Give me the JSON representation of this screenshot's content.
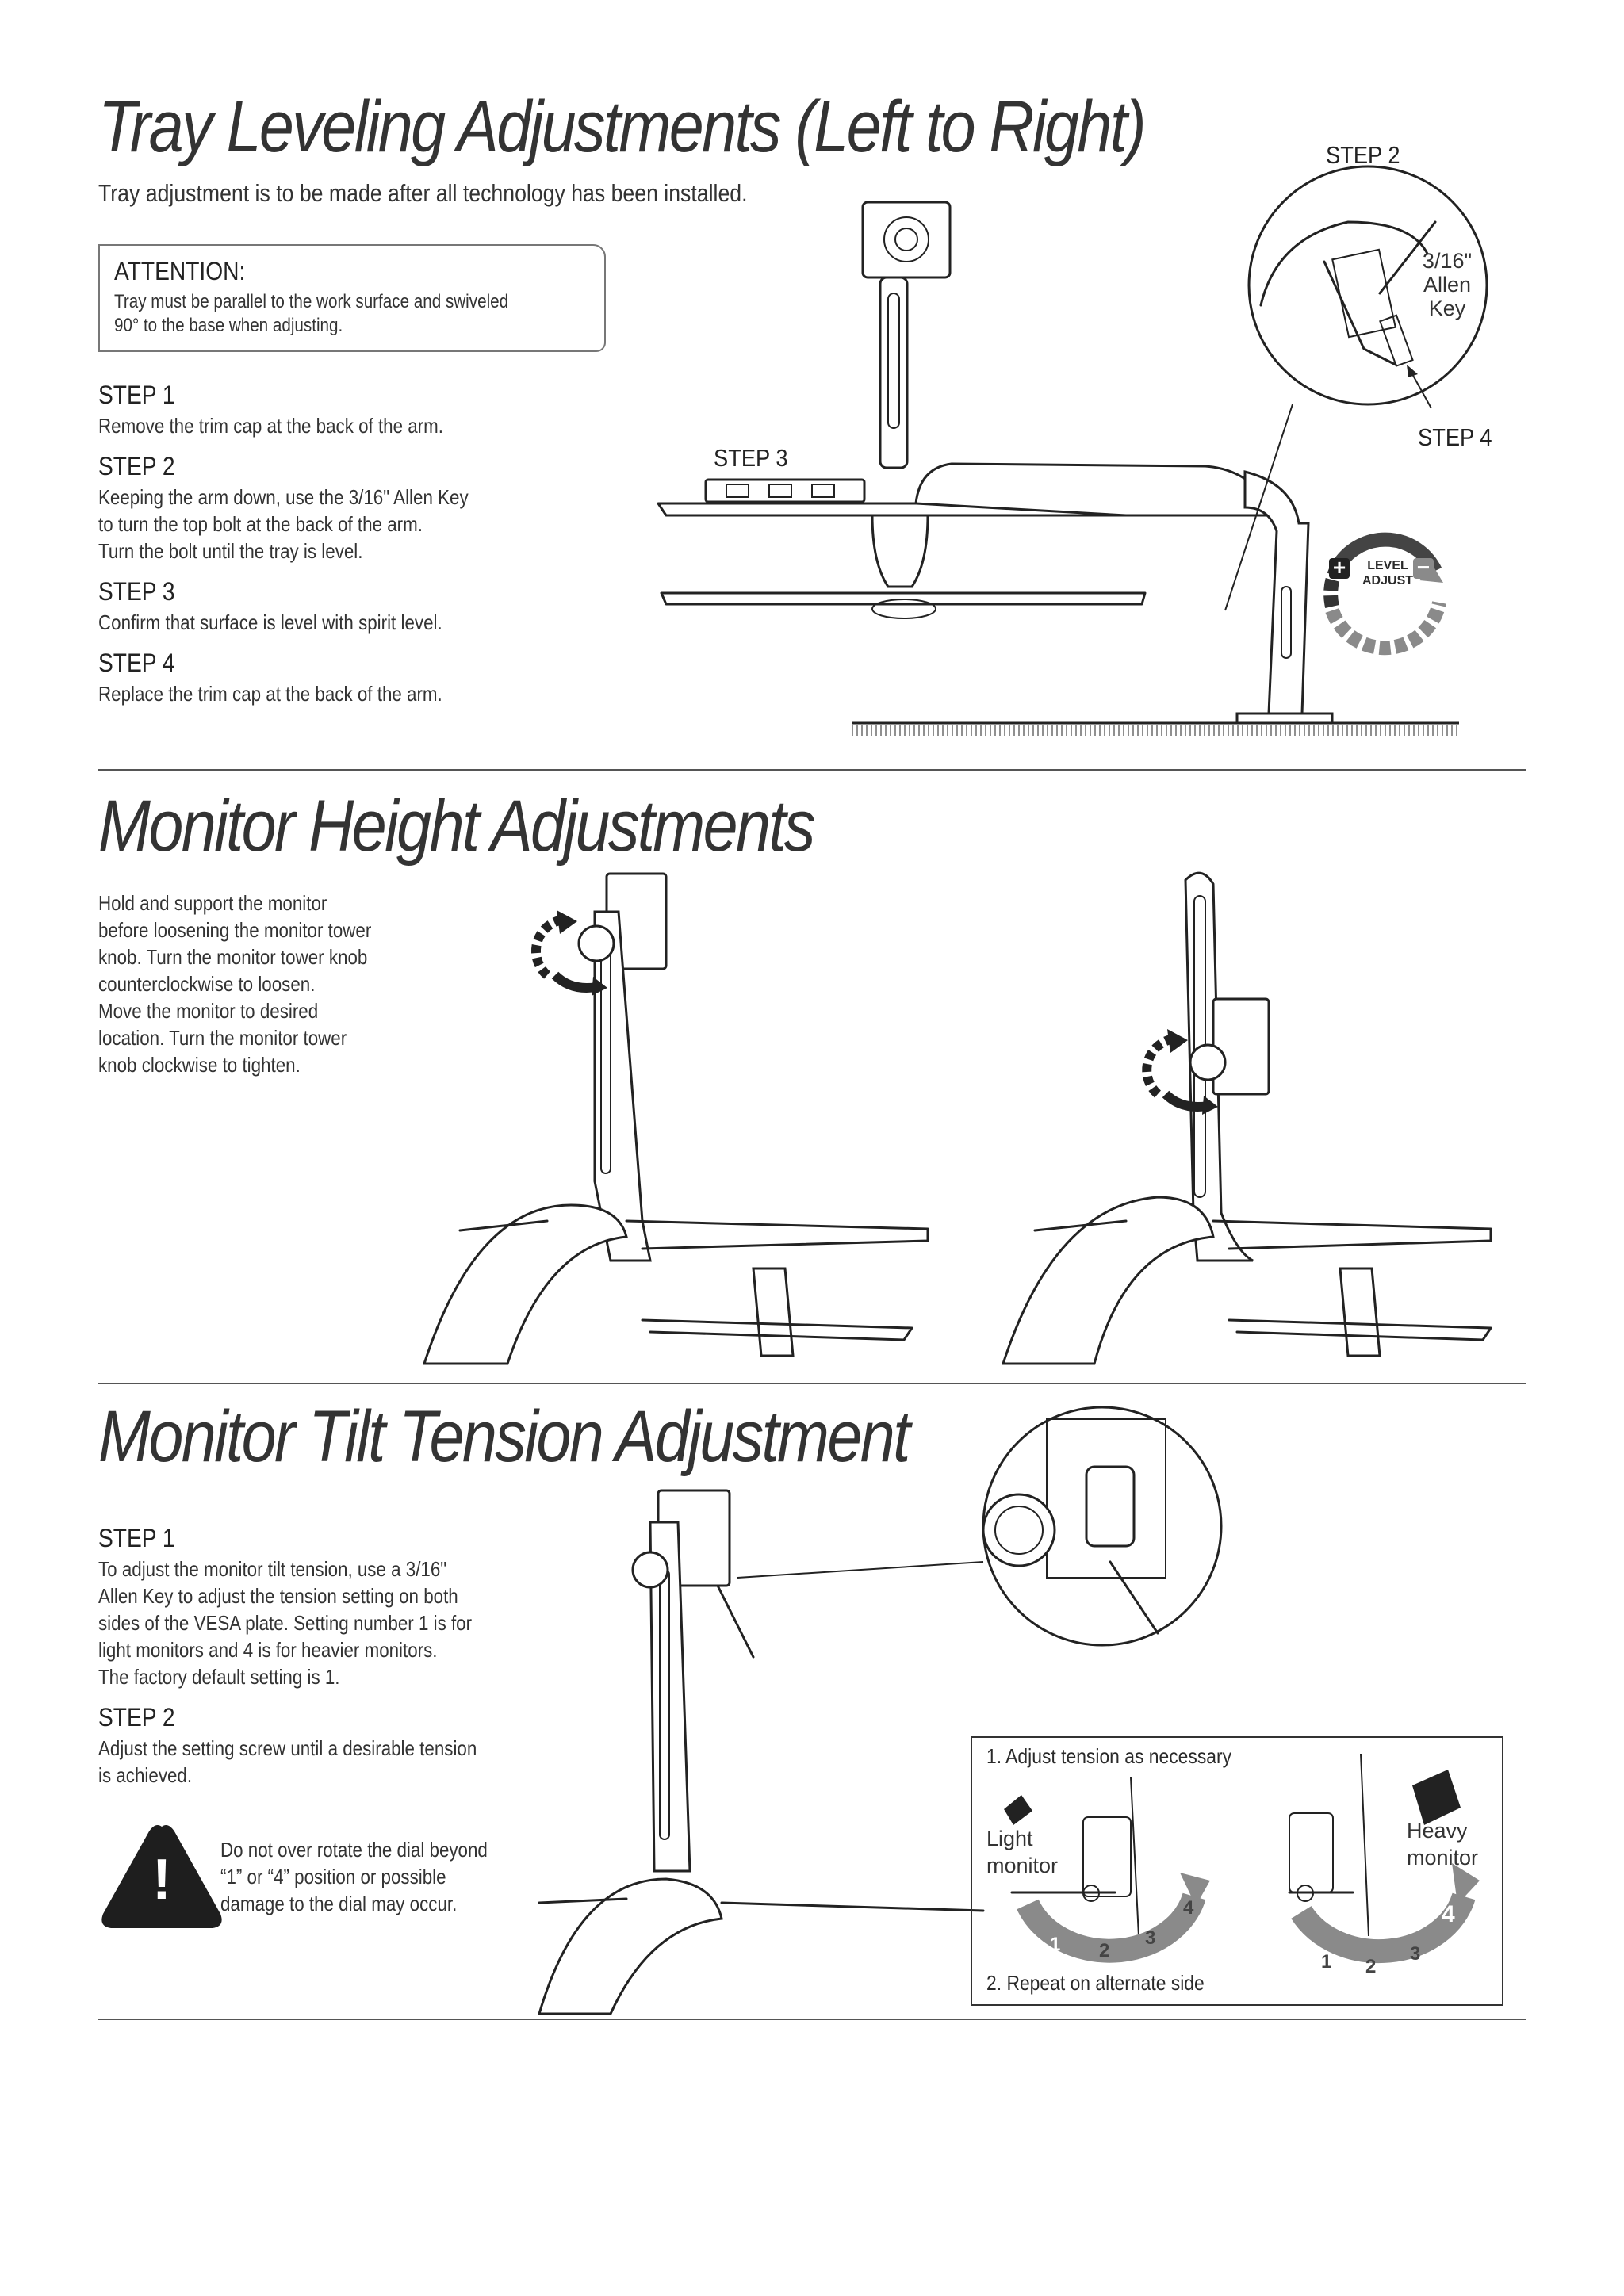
{
  "section1": {
    "title": "Tray Leveling Adjustments (Left to Right)",
    "subtitle": "Tray adjustment is to be made after all technology has been installed.",
    "attention_heading": "ATTENTION:",
    "attention_text": "Tray must be parallel to the work surface and swiveled\n90° to the base when adjusting.",
    "steps": [
      {
        "heading": "STEP 1",
        "text": "Remove the trim cap at the back of the arm."
      },
      {
        "heading": "STEP 2",
        "text": "Keeping the arm down, use the 3/16\" Allen Key\nto turn the top bolt at the back of the arm.\nTurn the bolt until the tray is level."
      },
      {
        "heading": "STEP 3",
        "text": "Confirm that surface is level with spirit level."
      },
      {
        "heading": "STEP 4",
        "text": "Replace the trim cap at the back of the arm."
      }
    ],
    "callouts": {
      "step2": "STEP 2",
      "step3": "STEP 3",
      "step4": "STEP 4",
      "allen_key": "3/16\"\nAllen\nKey",
      "level_adjust": "LEVEL\nADJUST",
      "plus": "+",
      "minus": "−"
    }
  },
  "section2": {
    "title": "Monitor Height Adjustments",
    "text": "Hold and support the monitor\nbefore loosening the monitor tower\nknob. Turn the monitor tower knob\ncounterclockwise to loosen.\nMove the monitor to desired\nlocation. Turn the monitor tower\nknob clockwise to tighten."
  },
  "section3": {
    "title": "Monitor Tilt Tension Adjustment",
    "steps": [
      {
        "heading": "STEP 1",
        "text": "To adjust the monitor tilt tension, use a 3/16\"\nAllen Key to adjust the tension setting on both\nsides of the VESA plate. Setting number 1 is for\nlight monitors and 4 is for heavier monitors.\nThe factory default setting is 1."
      },
      {
        "heading": "STEP 2",
        "text": "Adjust the setting screw until a desirable tension\nis achieved."
      }
    ],
    "warning": "Do not over rotate the dial beyond\n“1” or “4” position or possible\ndamage to the dial may occur.",
    "warning_symbol": "!",
    "box": {
      "top_label": "1. Adjust tension as necessary",
      "bottom_label": "2. Repeat on alternate side",
      "light_label": "Light\nmonitor",
      "heavy_label": "Heavy\nmonitor",
      "dial_numbers": [
        "1",
        "2",
        "3",
        "4"
      ]
    }
  },
  "colors": {
    "line": "#222222",
    "arrow_dark": "#333333",
    "arrow_gray": "#8a8a8a",
    "rule": "#555555"
  }
}
